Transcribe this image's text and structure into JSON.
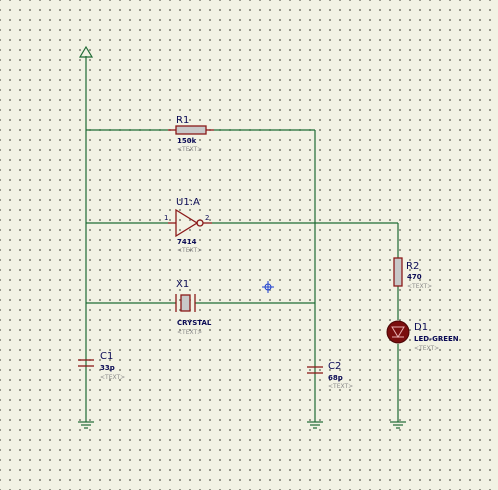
{
  "components": {
    "r1": {
      "ref": "R1",
      "value": "150k",
      "placeholder": "<TEXT>"
    },
    "u1": {
      "ref": "U1:A",
      "value": "7414",
      "placeholder": "<TEXT>",
      "pin_in": "1",
      "pin_out": "2"
    },
    "x1": {
      "ref": "X1",
      "value": "CRYSTAL",
      "placeholder": "<TEXT>"
    },
    "c1": {
      "ref": "C1",
      "value": "33p",
      "placeholder": "<TEXT>"
    },
    "c2": {
      "ref": "C2",
      "value": "68p",
      "placeholder": "<TEXT>"
    },
    "r2": {
      "ref": "R2",
      "value": "470",
      "placeholder": "<TEXT>"
    },
    "d1": {
      "ref": "D1",
      "value": "LED-GREEN",
      "placeholder": "<TEXT>"
    }
  },
  "colors": {
    "background": "#f2f2e4",
    "wire": "#1f6b35",
    "component_body": "#8b1a1a",
    "label_text": "#0b0b55",
    "placeholder_text": "#8a8a8a",
    "cursor": "#1c3fd0",
    "led": "#7a0e0e"
  },
  "icons": {
    "power": "power-terminal-icon",
    "ground": "ground-icon",
    "cursor": "crosshair-cursor-icon"
  }
}
